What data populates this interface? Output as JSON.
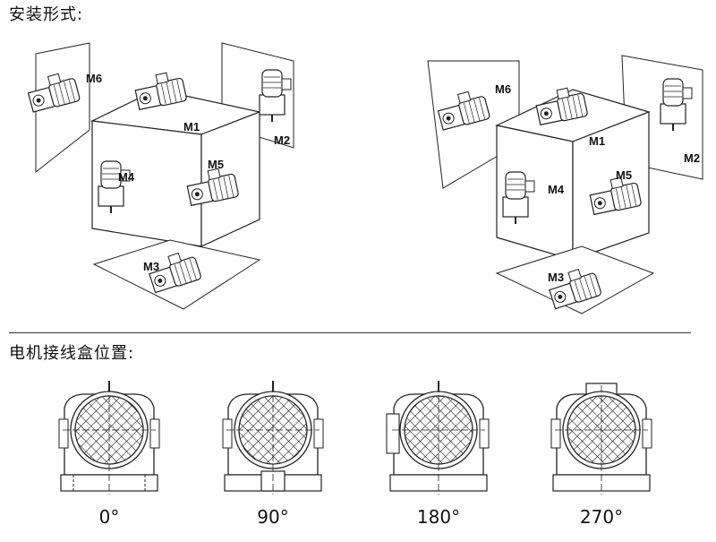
{
  "sections": {
    "mounting_title": "安装形式:",
    "terminal_box_title": "电机接线盒位置:"
  },
  "mounting_positions": {
    "left": [
      "M1",
      "M2",
      "M3",
      "M4",
      "M5",
      "M6"
    ],
    "right": [
      "M1",
      "M2",
      "M3",
      "M4",
      "M5",
      "M6"
    ]
  },
  "terminal_box_positions": [
    "0°",
    "90°",
    "180°",
    "270°"
  ]
}
